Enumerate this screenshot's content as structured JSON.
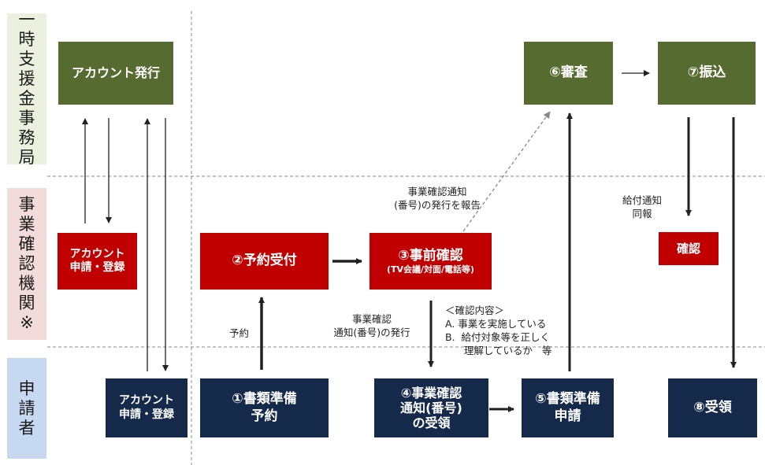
{
  "lanes": {
    "office": [
      "一",
      "時",
      "支",
      "援",
      "金",
      "事",
      "務",
      "局"
    ],
    "agency": [
      "事",
      "業",
      "確",
      "認",
      "機",
      "関",
      "※"
    ],
    "applicant": [
      "申",
      "請",
      "者"
    ]
  },
  "boxes": {
    "account_issue": "アカウント発行",
    "review": "⑥審査",
    "transfer": "⑦振込",
    "agency_account": [
      "アカウント",
      "申請・登録"
    ],
    "reservation": "②予約受付",
    "precheck": [
      "③事前確認",
      "(TV会議/対面/電話等)"
    ],
    "confirm": "確認",
    "applicant_account": [
      "アカウント",
      "申請・登録"
    ],
    "prepare": [
      "①書類準備",
      "予約"
    ],
    "receive_notice": [
      "④事業確認",
      "通知(番号)",
      "の受領"
    ],
    "apply": [
      "⑤書類準備",
      "申請"
    ],
    "receipt": "⑧受領"
  },
  "notes": {
    "report": [
      "事業確認通知",
      "(番号)の発行を報告"
    ],
    "payment_notice": [
      "給付通知",
      "同報"
    ],
    "reserve": "予約",
    "issue_notice": [
      "事業確認",
      "通知(番号)の発行"
    ],
    "check_contents": [
      "＜確認内容＞",
      "A.  事業を実施している",
      "B.  給付対象等を正しく",
      "      理解しているか   等"
    ]
  }
}
